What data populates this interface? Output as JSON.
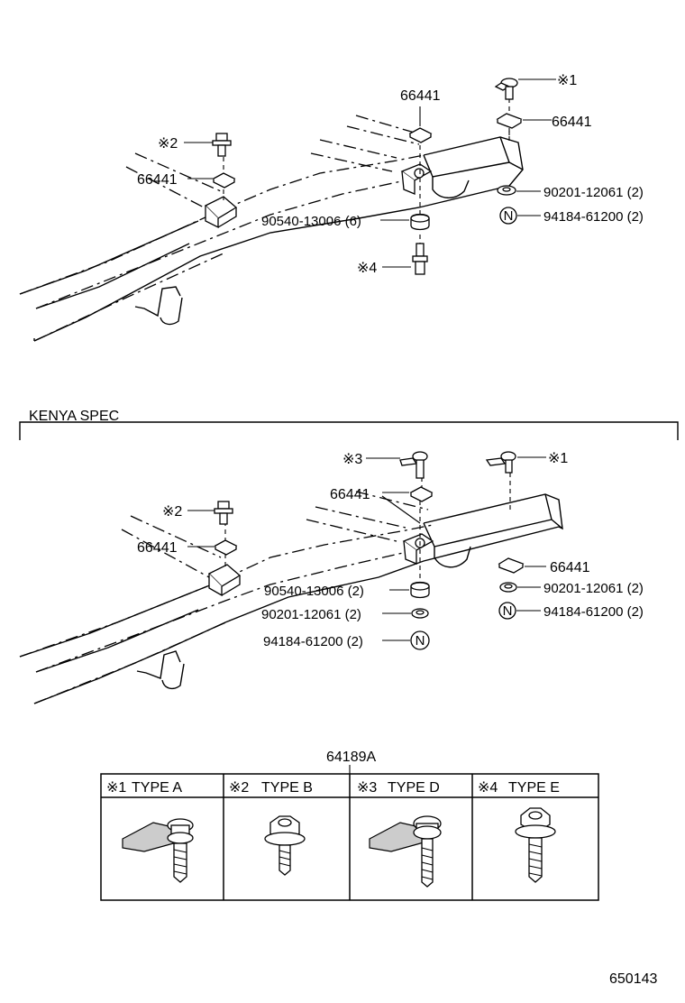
{
  "section_top": {
    "labels": {
      "clip1": "※1",
      "pad_top_center": "66441",
      "pad_top_right": "66441",
      "clip2": "※2",
      "pad_left": "66441",
      "washer": "90201-12061 (2)",
      "nut": "94184-61200 (2)",
      "cushion": "90540-13006 (6)",
      "clip4": "※4"
    }
  },
  "section_kenya": {
    "title": "KENYA  SPEC",
    "labels": {
      "clip3": "※3",
      "clip1": "※1",
      "clip2": "※2",
      "pad_center": "66441",
      "pad_left": "66441",
      "pad_right": "66441",
      "cushion": "90540-13006 (2)",
      "washer_center": "90201-12061 (2)",
      "nut_center": "94184-61200 (2)",
      "washer_right": "90201-12061 (2)",
      "nut_right": "94184-61200 (2)"
    }
  },
  "nut_symbol": "N",
  "type_table": {
    "part_number": "64189A",
    "columns": [
      {
        "mark": "※1",
        "label": "TYPE   A"
      },
      {
        "mark": "※2",
        "label": "TYPE   B"
      },
      {
        "mark": "※3",
        "label": "TYPE   D"
      },
      {
        "mark": "※4",
        "label": "TYPE   E"
      }
    ]
  },
  "figure_number": "650143"
}
